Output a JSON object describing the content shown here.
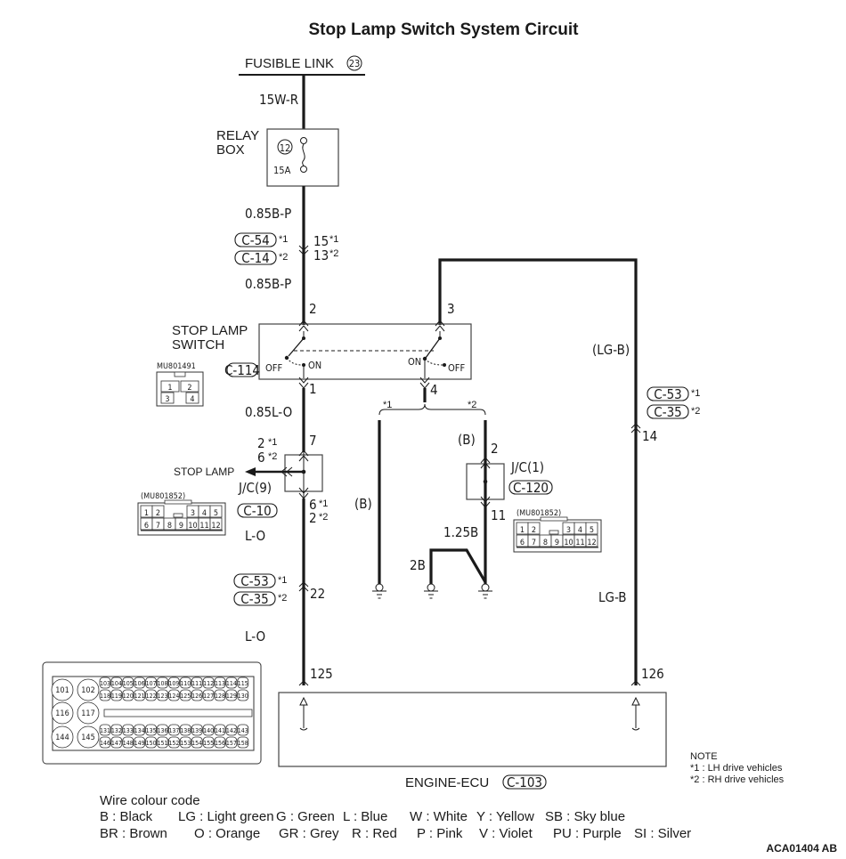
{
  "title": "Stop Lamp Switch System Circuit",
  "fusible_link": {
    "label": "FUSIBLE LINK",
    "number": "23"
  },
  "wires": {
    "w1": "15W-R",
    "w2": "0.85B-P",
    "w3": "0.85B-P",
    "w4": "0.85L-O",
    "w5": "L-O",
    "w6": "L-O",
    "w7": "(LG-B)",
    "w8": "LG-B",
    "w9": "(B)",
    "w10": "(B)",
    "w11": "1.25B",
    "w12": "2B"
  },
  "relay_box": {
    "label_line1": "RELAY",
    "label_line2": "BOX",
    "fuse_number": "12",
    "fuse_rating": "15A"
  },
  "connectors": {
    "c54": "C-54",
    "c14": "C-14",
    "c114": "C-114",
    "c10": "C-10",
    "c53a": "C-53",
    "c35a": "C-35",
    "c53b": "C-53",
    "c35b": "C-35",
    "c120": "C-120",
    "c103": "C-103"
  },
  "pins": {
    "p15": "15",
    "p13": "13",
    "p2": "2",
    "p3": "3",
    "p1": "1",
    "p4": "4",
    "p7": "7",
    "p2s": "2",
    "p6s": "6",
    "p6b": "6",
    "p2b": "2",
    "p22": "22",
    "p125": "125",
    "p126": "126",
    "p14": "14",
    "jc1_in": "2",
    "jc1_out": "11"
  },
  "marks": {
    "star1": "*1",
    "star2": "*2"
  },
  "stop_lamp_switch": {
    "label_line1": "STOP LAMP",
    "label_line2": "SWITCH",
    "off_left": "OFF",
    "on_left": "ON",
    "on_right": "ON",
    "off_right": "OFF",
    "part_no": "MU801491",
    "connector_pins": [
      "1",
      "2",
      "3",
      "4"
    ]
  },
  "jc9": {
    "label": "J/C(9)",
    "output": "STOP LAMP",
    "part_no": "(MU801852)"
  },
  "jc1": {
    "label": "J/C(1)",
    "part_no": "(MU801852)"
  },
  "jc_connector_pins": {
    "top": [
      "1",
      "2",
      "3",
      "4",
      "5"
    ],
    "bottom": [
      "6",
      "7",
      "8",
      "9",
      "10",
      "11",
      "12"
    ]
  },
  "ecu": {
    "label": "ENGINE-ECU",
    "connector": {
      "large": [
        "101",
        "102",
        "116",
        "117",
        "144",
        "145"
      ],
      "row1": [
        "103",
        "104",
        "105",
        "106",
        "107",
        "108",
        "109",
        "110",
        "111",
        "112",
        "113",
        "114",
        "115"
      ],
      "row2": [
        "118",
        "119",
        "120",
        "121",
        "122",
        "123",
        "124",
        "125",
        "126",
        "127",
        "128",
        "129",
        "130"
      ],
      "row3": [
        "131",
        "132",
        "133",
        "134",
        "135",
        "136",
        "137",
        "138",
        "139",
        "140",
        "141",
        "142",
        "143"
      ],
      "row4": [
        "146",
        "147",
        "148",
        "149",
        "150",
        "151",
        "152",
        "153",
        "154",
        "155",
        "156",
        "157",
        "158"
      ]
    }
  },
  "note": {
    "title": "NOTE",
    "line1": "*1 : LH drive vehicles",
    "line2": "*2 : RH drive vehicles"
  },
  "wire_colour": {
    "heading": "Wire colour code",
    "row1": [
      "B : Black",
      "LG : Light green",
      "G : Green",
      "L : Blue",
      "W : White",
      "Y : Yellow",
      "SB : Sky blue"
    ],
    "row2": [
      "BR : Brown",
      "O : Orange",
      "GR : Grey",
      "R : Red",
      "P : Pink",
      "V : Violet",
      "PU : Purple",
      "SI : Silver"
    ]
  },
  "figure_id": "ACA01404 AB"
}
